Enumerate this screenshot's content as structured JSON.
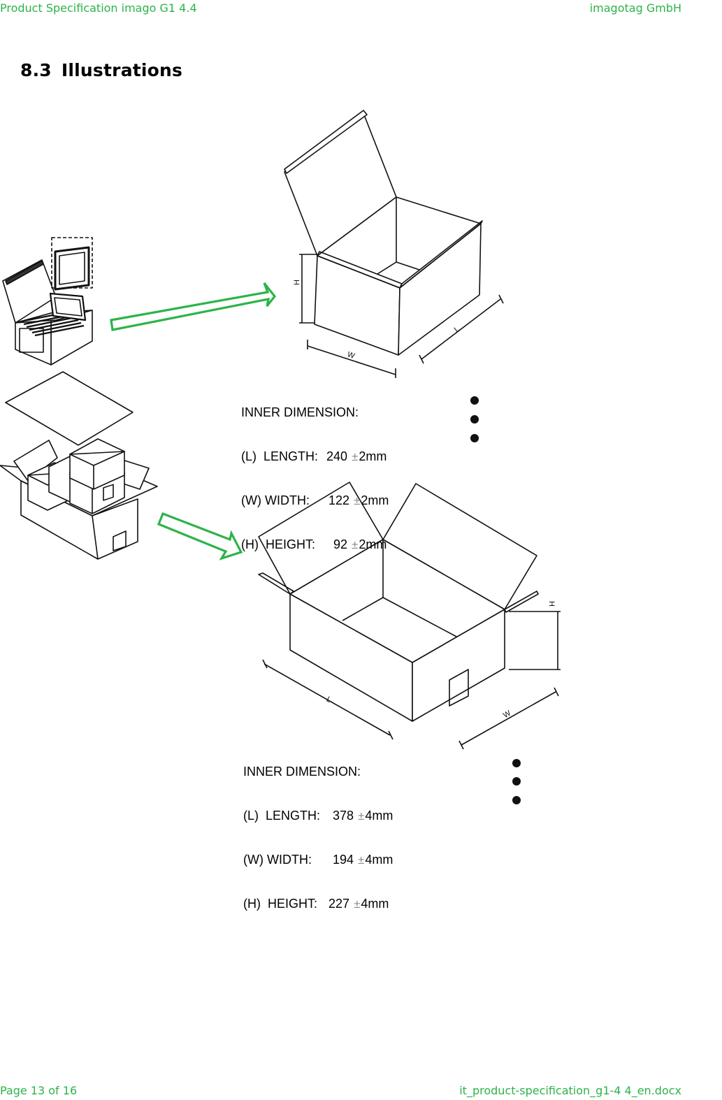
{
  "header": {
    "left": "Product Specification imago G1 4.4",
    "right": "imagotag GmbH"
  },
  "section": {
    "number": "8.3",
    "title": "Illustrations"
  },
  "box_small": {
    "labels": {
      "h": "H",
      "w": "W",
      "l": "L"
    },
    "dimension_title": "INNER DIMENSION:",
    "rows": [
      {
        "label": "(L)  LENGTH:",
        "value": "240",
        "tol": "2mm"
      },
      {
        "label": "(W) WIDTH:",
        "value": "122",
        "tol": "2mm"
      },
      {
        "label": "(H)  HEIGHT:",
        "value": "92",
        "tol": "2mm"
      }
    ]
  },
  "box_large": {
    "labels": {
      "h": "H",
      "w": "W",
      "l": "L"
    },
    "dimension_title": "INNER DIMENSION:",
    "rows": [
      {
        "label": "(L)  LENGTH:",
        "value": "378",
        "tol": "4mm"
      },
      {
        "label": "(W) WIDTH:",
        "value": "194",
        "tol": "4mm"
      },
      {
        "label": "(H)  HEIGHT:",
        "value": "227",
        "tol": "4mm"
      }
    ]
  },
  "plus_minus": "±",
  "colors": {
    "accent": "#2db34a",
    "line": "#111111"
  },
  "footer": {
    "left": "Page 13 of 16",
    "right": "it_product-specification_g1-4 4_en.docx"
  }
}
